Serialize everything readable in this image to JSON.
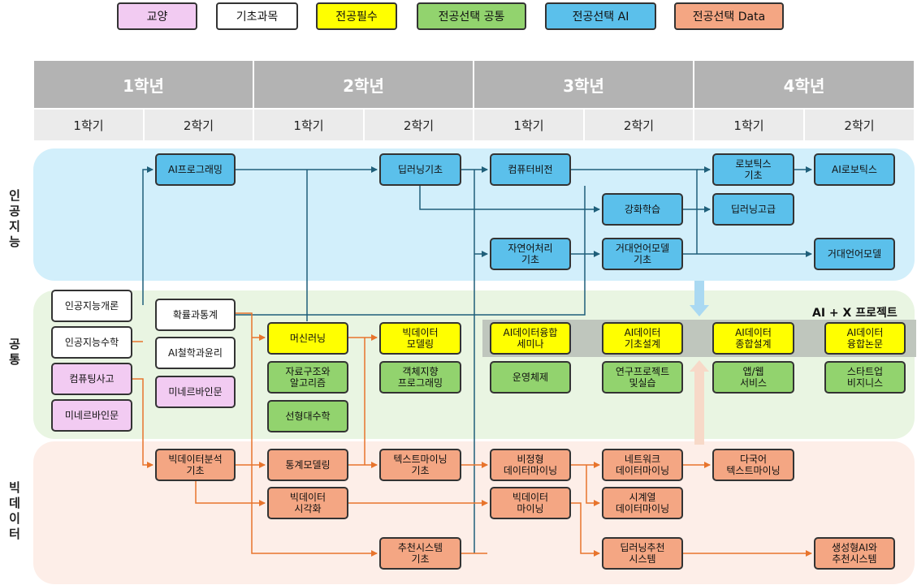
{
  "legend": [
    "교양",
    "기초과목",
    "전공필수",
    "전공선택 공통",
    "전공선택 AI",
    "전공선택 Data"
  ],
  "years": [
    "1학년",
    "2학년",
    "3학년",
    "4학년"
  ],
  "semesters": [
    "1학기",
    "2학기",
    "1학기",
    "2학기",
    "1학기",
    "2학기",
    "1학기",
    "2학기"
  ],
  "rows": {
    "ai": "인\n공\n지\n능",
    "common": "공\n\n통",
    "data": "빅\n데\n이\n터"
  },
  "aix_label": "AI + X 프로젝트",
  "courses": {
    "ai_programming": "AI프로그래밍",
    "dl_basics": "딥러닝기초",
    "computer_vision": "컴퓨터비전",
    "robotics_basics": "로보틱스\n기초",
    "ai_robotics": "AI로보틱스",
    "reinforcement": "강화학습",
    "dl_advanced": "딥러닝고급",
    "nlp_basics": "자연어처리\n기초",
    "llm_basics": "거대언어모델\n기초",
    "llm": "거대언어모델",
    "intro_ai": "인공지능개론",
    "ai_math": "인공지능수학",
    "comp_thinking": "컴퓨팅사고",
    "minerva_1": "미네르바인문",
    "prob_stats": "확률과통계",
    "ai_ethics": "AI철학과윤리",
    "minerva_2": "미네르바인문",
    "machine_learning": "머신러닝",
    "data_structures": "자료구조와\n알고리즘",
    "linear_algebra": "선형대수학",
    "bigdata_modeling": "빅데이터\n모델링",
    "oop": "객체지향\n프로그래밍",
    "ai_seminar": "AI데이터융합\n세미나",
    "os": "운영체제",
    "ai_design_basics": "AI데이터\n기초설계",
    "research_project": "연구프로젝트\n및실습",
    "ai_capstone": "AI데이터\n종합설계",
    "app_web": "앱/웹\n서비스",
    "ai_thesis": "AI데이터\n융합논문",
    "startup": "스타트업\n비지니스",
    "bigdata_analysis": "빅데이터분석\n기초",
    "stat_modeling": "통계모델링",
    "text_mining_basics": "텍스트마이닝\n기초",
    "unstructured_mining": "비정형\n데이터마이닝",
    "network_mining": "네트워크\n데이터마이닝",
    "multilingual_text": "다국어\n텍스트마이닝",
    "bigdata_viz": "빅데이터\n시각화",
    "bigdata_mining": "빅데이터\n마이닝",
    "timeseries_mining": "시계열\n데이터마이닝",
    "recsys_basics": "추천시스템\n기초",
    "dl_recsys": "딥러닝추천\n시스템",
    "genai_recsys": "생성형AI와\n추천시스템"
  }
}
